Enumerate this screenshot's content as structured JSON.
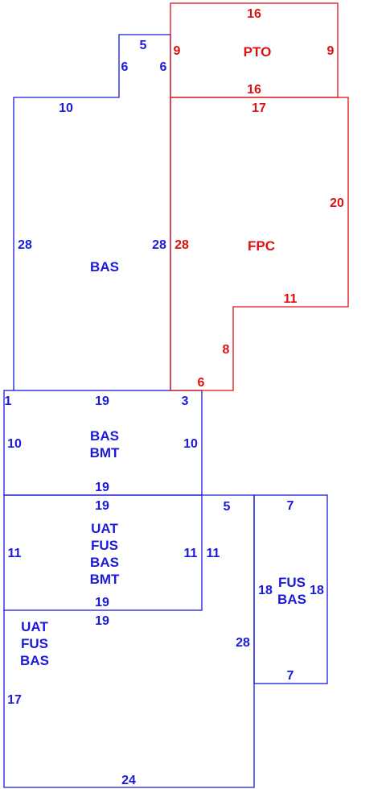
{
  "colors": {
    "blue": "#1a1adb",
    "red": "#dd1111"
  },
  "areas": {
    "pto": {
      "name": "PTO",
      "dims": [
        "16",
        "9",
        "9",
        "16"
      ]
    },
    "fpc": {
      "name": "FPC",
      "dims": [
        "17",
        "20",
        "28",
        "11",
        "8",
        "6"
      ]
    },
    "bas_top": {
      "name": "BAS",
      "dims": [
        "5",
        "6",
        "6",
        "10",
        "28",
        "28"
      ]
    },
    "bas_bmt": {
      "names": [
        "BAS",
        "BMT"
      ],
      "dims": [
        "1",
        "19",
        "3",
        "10",
        "10",
        "19"
      ]
    },
    "uat_fus_bas_bmt": {
      "names": [
        "UAT",
        "FUS",
        "BAS",
        "BMT"
      ],
      "dims": [
        "19",
        "5",
        "11",
        "11",
        "11",
        "19"
      ]
    },
    "uat_fus_bas": {
      "names": [
        "UAT",
        "FUS",
        "BAS"
      ],
      "dims": [
        "19",
        "28",
        "17",
        "24"
      ]
    },
    "fus_bas": {
      "names": [
        "FUS",
        "BAS"
      ],
      "dims": [
        "7",
        "18",
        "18",
        "7"
      ]
    }
  }
}
